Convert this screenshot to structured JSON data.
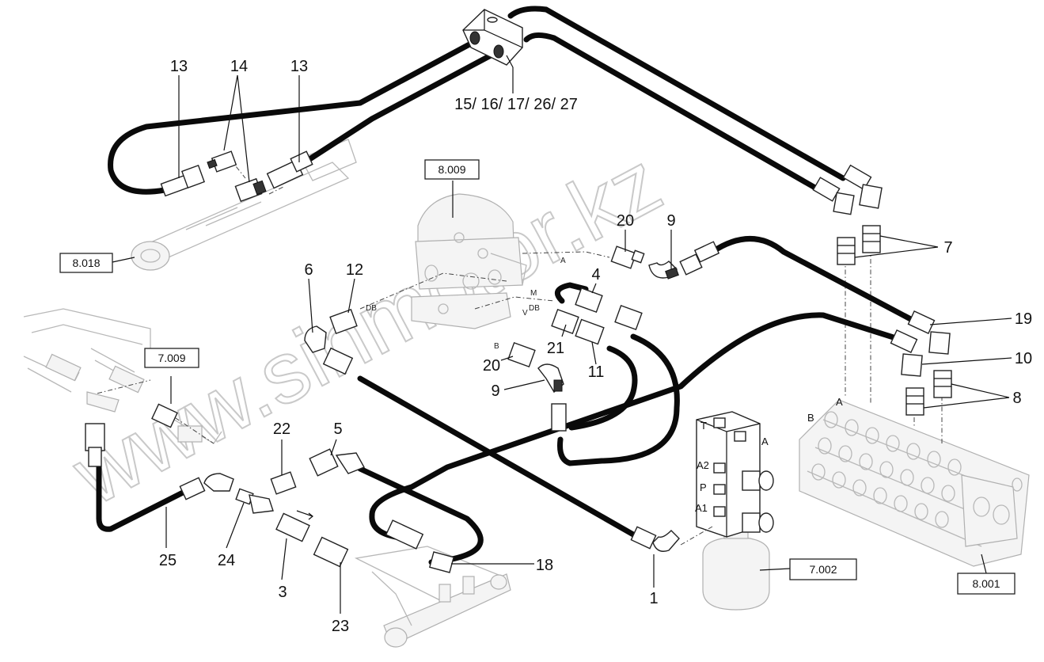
{
  "callouts": {
    "c13a": "13",
    "c14": "14",
    "c13b": "13",
    "c15": "15/ 16/ 17/ 26/ 27",
    "c20a": "20",
    "c9a": "9",
    "c7": "7",
    "c6": "6",
    "c12": "12",
    "c4": "4",
    "c19": "19",
    "c21": "21",
    "c10": "10",
    "c20b": "20",
    "c11": "11",
    "c9b": "9",
    "c8": "8",
    "c22": "22",
    "c5": "5",
    "c25": "25",
    "c24": "24",
    "c3": "3",
    "c18": "18",
    "c1": "1",
    "c23": "23"
  },
  "refs": {
    "r8009": "8.009",
    "r8018": "8.018",
    "r7009": "7.009",
    "r7002": "7.002",
    "r8001": "8.001"
  },
  "ports": {
    "A": "A",
    "M": "M",
    "DB1": "DB",
    "V": "V",
    "DB2": "DB",
    "B": "B",
    "valveA": "A",
    "valveB": "B"
  },
  "block_ports": {
    "T": "T",
    "A": "A",
    "A2": "A2",
    "P": "P",
    "A1": "A1"
  },
  "watermark": "www.sinmotor.kz"
}
